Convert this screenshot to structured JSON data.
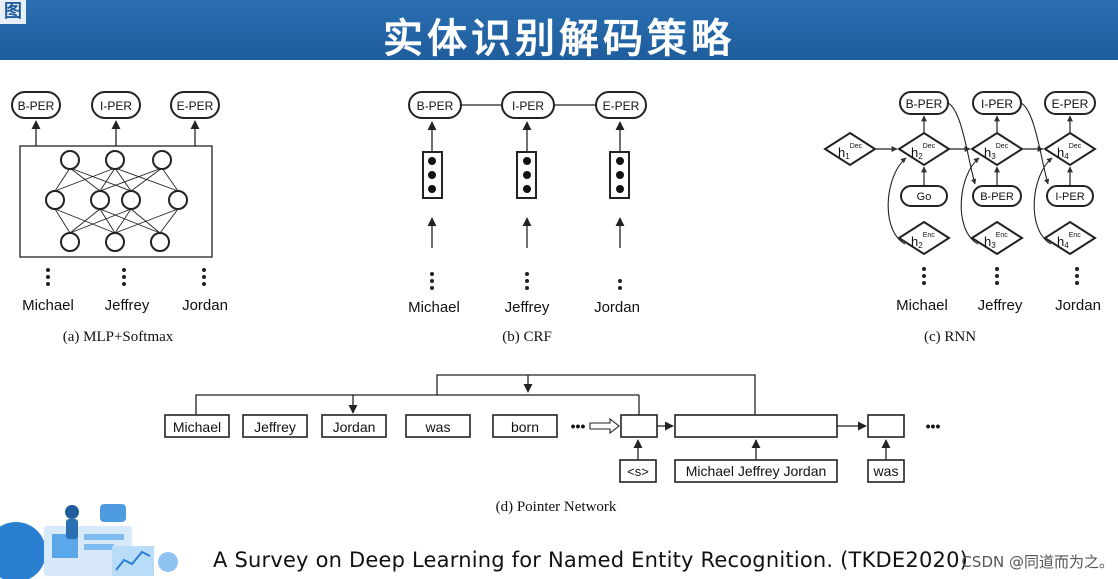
{
  "header": {
    "title": "实体识别解码策略",
    "corner_icon_glyph": "图",
    "corner_icon": "image-icon"
  },
  "tokens": {
    "michael": "Michael",
    "jeffrey": "Jeffrey",
    "jordan": "Jordan"
  },
  "tags": {
    "b_per": "B-PER",
    "i_per": "I-PER",
    "e_per": "E-PER"
  },
  "panels": {
    "mlp": {
      "caption": "(a) MLP+Softmax"
    },
    "crf": {
      "caption": "(b) CRF"
    },
    "rnn": {
      "caption": "(c) RNN",
      "go": "Go",
      "h": "h",
      "sup_dec": "Dec",
      "sup_enc": "Enc",
      "sub1": "1",
      "sub2": "2",
      "sub3": "3",
      "sub4": "4"
    },
    "pointer": {
      "caption": "(d) Pointer Network",
      "words": [
        "Michael",
        "Jeffrey",
        "Jordan",
        "was",
        "born"
      ],
      "ellipsis": "•••",
      "start": "<s>",
      "span": "Michael Jeffrey Jordan",
      "next": "was"
    }
  },
  "footer": {
    "citation": "A Survey on Deep Learning for Named Entity Recognition. (TKDE2020)",
    "watermark": "CSDN @同道而为之。"
  },
  "colors": {
    "banner": "#1f5d9c",
    "line": "#222222"
  }
}
